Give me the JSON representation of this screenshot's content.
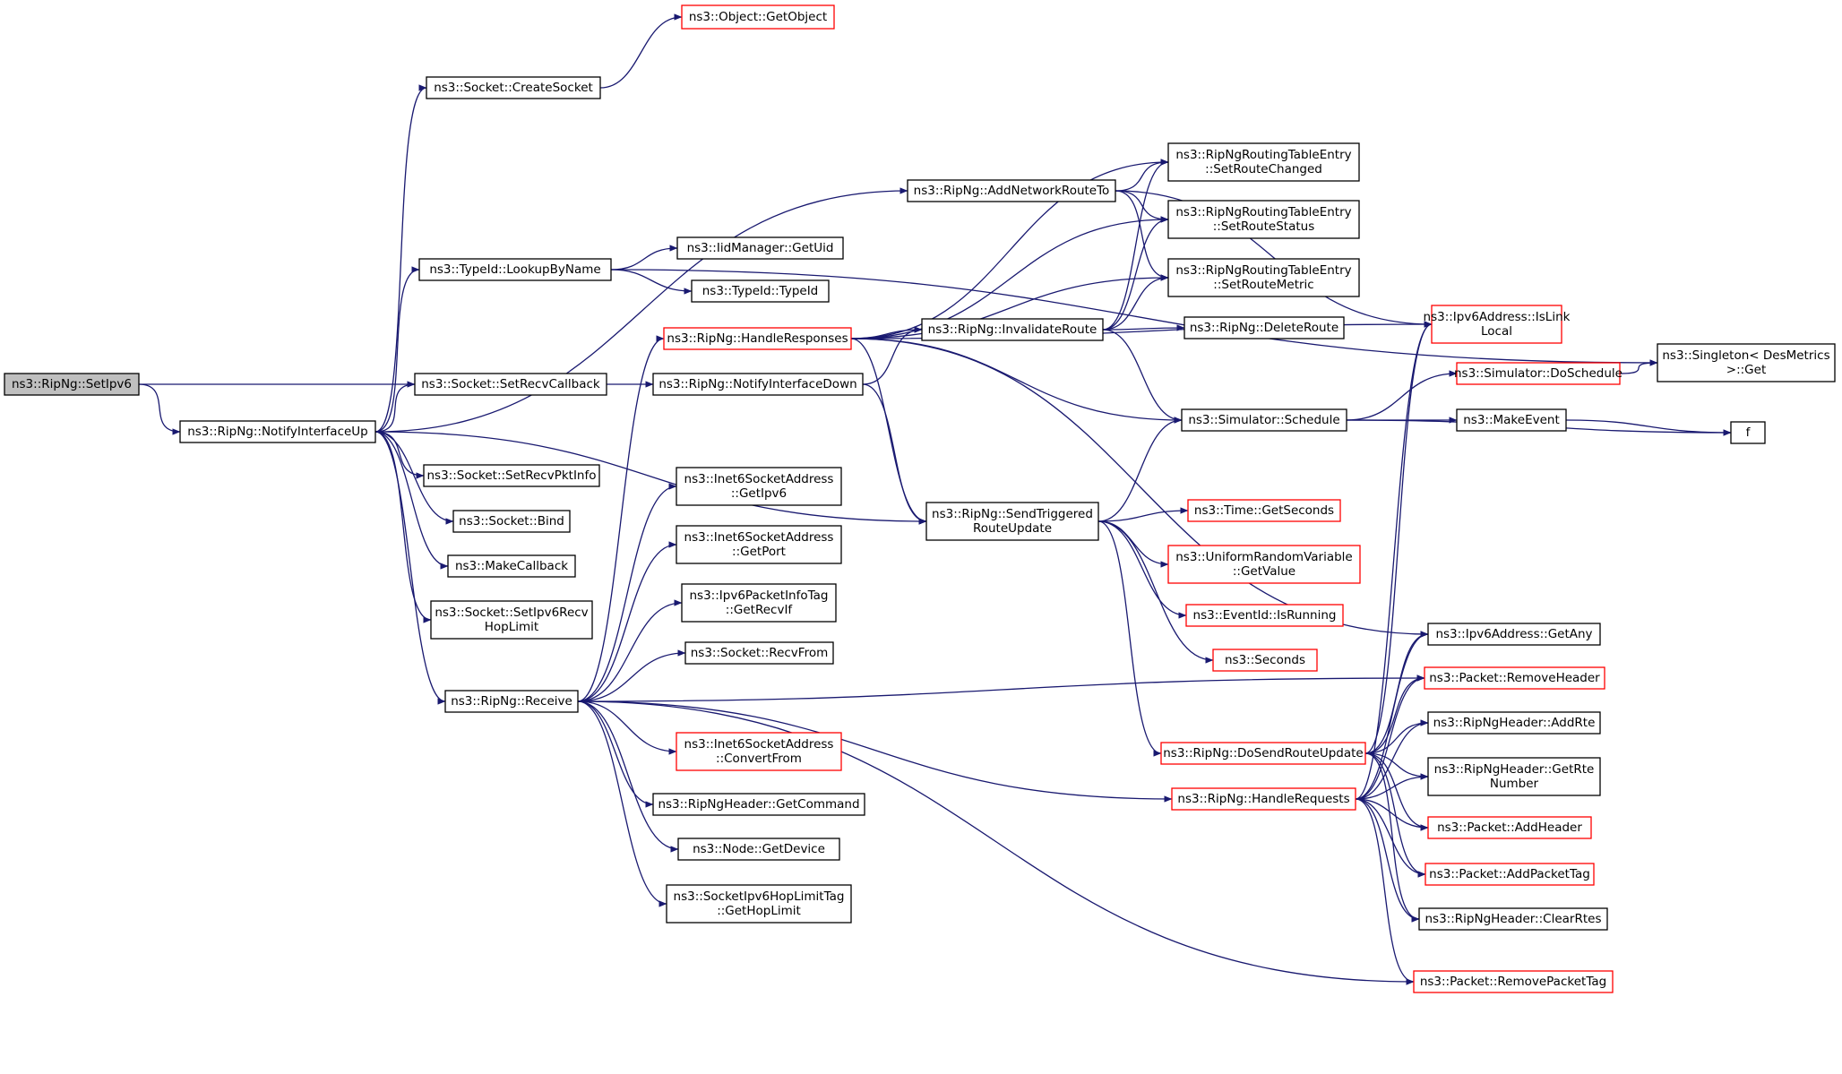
{
  "nodes": {
    "setipv6": {
      "lines": [
        "ns3::RipNg::SetIpv6"
      ],
      "style": "root"
    },
    "notifyup": {
      "lines": [
        "ns3::RipNg::NotifyInterfaceUp"
      ],
      "style": "black"
    },
    "getobject": {
      "lines": [
        "ns3::Object::GetObject"
      ],
      "style": "red"
    },
    "createsocket": {
      "lines": [
        "ns3::Socket::CreateSocket"
      ],
      "style": "black"
    },
    "lookupbyname": {
      "lines": [
        "ns3::TypeId::LookupByName"
      ],
      "style": "black"
    },
    "getuid": {
      "lines": [
        "ns3::IidManager::GetUid"
      ],
      "style": "black"
    },
    "typeid": {
      "lines": [
        "ns3::TypeId::TypeId"
      ],
      "style": "black"
    },
    "setrecvcb": {
      "lines": [
        "ns3::Socket::SetRecvCallback"
      ],
      "style": "black"
    },
    "setrecvpkt": {
      "lines": [
        "ns3::Socket::SetRecvPktInfo"
      ],
      "style": "black"
    },
    "bind": {
      "lines": [
        "ns3::Socket::Bind"
      ],
      "style": "black"
    },
    "makecallback": {
      "lines": [
        "ns3::MakeCallback"
      ],
      "style": "black"
    },
    "sethoplimit": {
      "lines": [
        "ns3::Socket::SetIpv6Recv",
        "HopLimit"
      ],
      "style": "black"
    },
    "receive": {
      "lines": [
        "ns3::RipNg::Receive"
      ],
      "style": "black"
    },
    "handleresp": {
      "lines": [
        "ns3::RipNg::HandleResponses"
      ],
      "style": "red"
    },
    "notifydown": {
      "lines": [
        "ns3::RipNg::NotifyInterfaceDown"
      ],
      "style": "black"
    },
    "getipv6": {
      "lines": [
        "ns3::Inet6SocketAddress",
        "::GetIpv6"
      ],
      "style": "black"
    },
    "getport": {
      "lines": [
        "ns3::Inet6SocketAddress",
        "::GetPort"
      ],
      "style": "black"
    },
    "getrecvif": {
      "lines": [
        "ns3::Ipv6PacketInfoTag",
        "::GetRecvIf"
      ],
      "style": "black"
    },
    "recvfrom": {
      "lines": [
        "ns3::Socket::RecvFrom"
      ],
      "style": "black"
    },
    "convertfrom": {
      "lines": [
        "ns3::Inet6SocketAddress",
        "::ConvertFrom"
      ],
      "style": "red"
    },
    "getcommand": {
      "lines": [
        "ns3::RipNgHeader::GetCommand"
      ],
      "style": "black"
    },
    "getdevice": {
      "lines": [
        "ns3::Node::GetDevice"
      ],
      "style": "black"
    },
    "gethoplimit": {
      "lines": [
        "ns3::SocketIpv6HopLimitTag",
        "::GetHopLimit"
      ],
      "style": "black"
    },
    "addnetroute": {
      "lines": [
        "ns3::RipNg::AddNetworkRouteTo"
      ],
      "style": "black"
    },
    "invalidate": {
      "lines": [
        "ns3::RipNg::InvalidateRoute"
      ],
      "style": "black"
    },
    "sendtrig": {
      "lines": [
        "ns3::RipNg::SendTriggered",
        "RouteUpdate"
      ],
      "style": "black"
    },
    "setroutechanged": {
      "lines": [
        "ns3::RipNgRoutingTableEntry",
        "::SetRouteChanged"
      ],
      "style": "black"
    },
    "setroutestatus": {
      "lines": [
        "ns3::RipNgRoutingTableEntry",
        "::SetRouteStatus"
      ],
      "style": "black"
    },
    "setroutemetric": {
      "lines": [
        "ns3::RipNgRoutingTableEntry",
        "::SetRouteMetric"
      ],
      "style": "black"
    },
    "deleteroute": {
      "lines": [
        "ns3::RipNg::DeleteRoute"
      ],
      "style": "black"
    },
    "schedule": {
      "lines": [
        "ns3::Simulator::Schedule"
      ],
      "style": "black"
    },
    "getseconds": {
      "lines": [
        "ns3::Time::GetSeconds"
      ],
      "style": "red"
    },
    "getvalue": {
      "lines": [
        "ns3::UniformRandomVariable",
        "::GetValue"
      ],
      "style": "red"
    },
    "isrunning": {
      "lines": [
        "ns3::EventId::IsRunning"
      ],
      "style": "red"
    },
    "seconds": {
      "lines": [
        "ns3::Seconds"
      ],
      "style": "red"
    },
    "dosendroute": {
      "lines": [
        "ns3::RipNg::DoSendRouteUpdate"
      ],
      "style": "red"
    },
    "handlereq": {
      "lines": [
        "ns3::RipNg::HandleRequests"
      ],
      "style": "red"
    },
    "islinklocal": {
      "lines": [
        "ns3::Ipv6Address::IsLink",
        "Local"
      ],
      "style": "red"
    },
    "doschedule": {
      "lines": [
        "ns3::Simulator::DoSchedule"
      ],
      "style": "red"
    },
    "makeevent": {
      "lines": [
        "ns3::MakeEvent"
      ],
      "style": "black"
    },
    "singleton": {
      "lines": [
        "ns3::Singleton< DesMetrics",
        " >::Get"
      ],
      "style": "black"
    },
    "f": {
      "lines": [
        "f"
      ],
      "style": "black"
    },
    "getany": {
      "lines": [
        "ns3::Ipv6Address::GetAny"
      ],
      "style": "black"
    },
    "removeheader": {
      "lines": [
        "ns3::Packet::RemoveHeader"
      ],
      "style": "red"
    },
    "addrte": {
      "lines": [
        "ns3::RipNgHeader::AddRte"
      ],
      "style": "black"
    },
    "getrtenum": {
      "lines": [
        "ns3::RipNgHeader::GetRte",
        "Number"
      ],
      "style": "black"
    },
    "addheader": {
      "lines": [
        "ns3::Packet::AddHeader"
      ],
      "style": "red"
    },
    "addpackettag": {
      "lines": [
        "ns3::Packet::AddPacketTag"
      ],
      "style": "red"
    },
    "clearrtes": {
      "lines": [
        "ns3::RipNgHeader::ClearRtes"
      ],
      "style": "black"
    },
    "removepackettag": {
      "lines": [
        "ns3::Packet::RemovePacketTag"
      ],
      "style": "red"
    }
  },
  "edges": [
    [
      "setipv6",
      "notifyup"
    ],
    [
      "setipv6",
      "notifydown"
    ],
    [
      "notifyup",
      "createsocket"
    ],
    [
      "notifyup",
      "lookupbyname"
    ],
    [
      "notifyup",
      "setrecvcb"
    ],
    [
      "notifyup",
      "setrecvpkt"
    ],
    [
      "notifyup",
      "bind"
    ],
    [
      "notifyup",
      "makecallback"
    ],
    [
      "notifyup",
      "sethoplimit"
    ],
    [
      "notifyup",
      "receive"
    ],
    [
      "notifyup",
      "addnetroute"
    ],
    [
      "notifyup",
      "sendtrig"
    ],
    [
      "createsocket",
      "getobject"
    ],
    [
      "lookupbyname",
      "getuid"
    ],
    [
      "lookupbyname",
      "typeid"
    ],
    [
      "lookupbyname",
      "singleton"
    ],
    [
      "receive",
      "handleresp"
    ],
    [
      "receive",
      "getipv6"
    ],
    [
      "receive",
      "getport"
    ],
    [
      "receive",
      "getrecvif"
    ],
    [
      "receive",
      "recvfrom"
    ],
    [
      "receive",
      "convertfrom"
    ],
    [
      "receive",
      "getcommand"
    ],
    [
      "receive",
      "getdevice"
    ],
    [
      "receive",
      "gethoplimit"
    ],
    [
      "receive",
      "handlereq"
    ],
    [
      "receive",
      "removeheader"
    ],
    [
      "receive",
      "removepackettag"
    ],
    [
      "handleresp",
      "setroutechanged"
    ],
    [
      "handleresp",
      "setroutestatus"
    ],
    [
      "handleresp",
      "setroutemetric"
    ],
    [
      "handleresp",
      "invalidate"
    ],
    [
      "handleresp",
      "islinklocal"
    ],
    [
      "handleresp",
      "schedule"
    ],
    [
      "handleresp",
      "sendtrig"
    ],
    [
      "handleresp",
      "getany"
    ],
    [
      "notifydown",
      "invalidate"
    ],
    [
      "notifydown",
      "sendtrig"
    ],
    [
      "addnetroute",
      "setroutechanged"
    ],
    [
      "addnetroute",
      "setroutestatus"
    ],
    [
      "addnetroute",
      "setroutemetric"
    ],
    [
      "addnetroute",
      "islinklocal"
    ],
    [
      "invalidate",
      "setroutechanged"
    ],
    [
      "invalidate",
      "setroutestatus"
    ],
    [
      "invalidate",
      "setroutemetric"
    ],
    [
      "invalidate",
      "deleteroute"
    ],
    [
      "invalidate",
      "schedule"
    ],
    [
      "sendtrig",
      "schedule"
    ],
    [
      "sendtrig",
      "getseconds"
    ],
    [
      "sendtrig",
      "getvalue"
    ],
    [
      "sendtrig",
      "isrunning"
    ],
    [
      "sendtrig",
      "seconds"
    ],
    [
      "sendtrig",
      "dosendroute"
    ],
    [
      "schedule",
      "doschedule"
    ],
    [
      "schedule",
      "makeevent"
    ],
    [
      "schedule",
      "f"
    ],
    [
      "doschedule",
      "singleton"
    ],
    [
      "makeevent",
      "f"
    ],
    [
      "dosendroute",
      "getany"
    ],
    [
      "dosendroute",
      "removeheader"
    ],
    [
      "dosendroute",
      "addrte"
    ],
    [
      "dosendroute",
      "getrtenum"
    ],
    [
      "dosendroute",
      "addheader"
    ],
    [
      "dosendroute",
      "addpackettag"
    ],
    [
      "dosendroute",
      "clearrtes"
    ],
    [
      "dosendroute",
      "islinklocal"
    ],
    [
      "handlereq",
      "getany"
    ],
    [
      "handlereq",
      "islinklocal"
    ],
    [
      "handlereq",
      "removeheader"
    ],
    [
      "handlereq",
      "addrte"
    ],
    [
      "handlereq",
      "getrtenum"
    ],
    [
      "handlereq",
      "addheader"
    ],
    [
      "handlereq",
      "addpackettag"
    ],
    [
      "handlereq",
      "clearrtes"
    ],
    [
      "handlereq",
      "removepackettag"
    ]
  ]
}
